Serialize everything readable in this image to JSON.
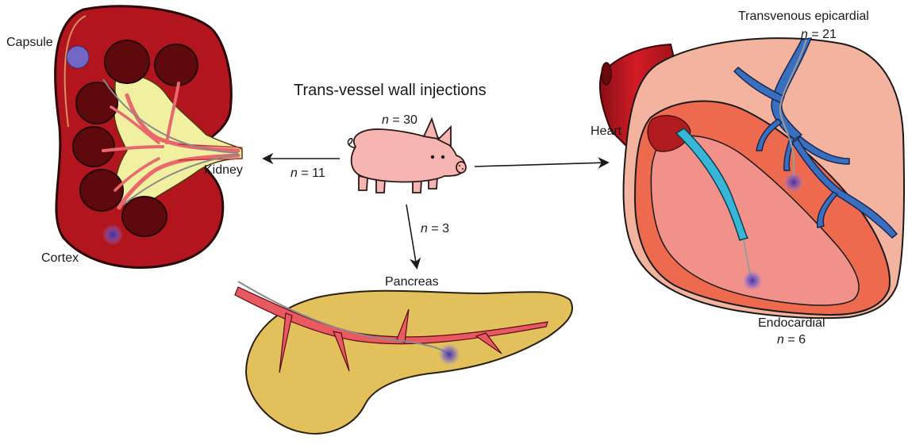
{
  "title": "Trans-vessel wall injections",
  "total": {
    "var": "n",
    "eq": " = 30"
  },
  "branches": {
    "kidney": {
      "label": "Kidney",
      "var": "n",
      "eq": " = 11"
    },
    "pancreas": {
      "label": "Pancreas",
      "var": "n",
      "eq": " = 3"
    },
    "heart": {
      "label": "Heart"
    }
  },
  "kidney_labels": {
    "capsule": "Capsule",
    "cortex": "Cortex"
  },
  "heart_labels": {
    "epicardial": "Transvenous epicardial",
    "epicardial_var": "n",
    "epicardial_eq": " = 21",
    "endocardial": "Endocardial",
    "endocardial_var": "n",
    "endocardial_eq": " = 6"
  },
  "colors": {
    "kidney_tissue": "#b3151f",
    "kidney_pyramid": "#5e0a0d",
    "kidney_pelvis": "#f0f0a0",
    "vessel": "#e8686e",
    "pig": "#f6b5b0",
    "pancreas": "#e2c15c",
    "heart_outer": "#f4b39f",
    "heart_wall": "#ee6a4e",
    "heart_chamber": "#f29189",
    "vein_blue": "#3a6fc0",
    "catheter_cyan": "#37b6d8",
    "aorta": "#c0151f",
    "injection": "#5a47c8"
  }
}
